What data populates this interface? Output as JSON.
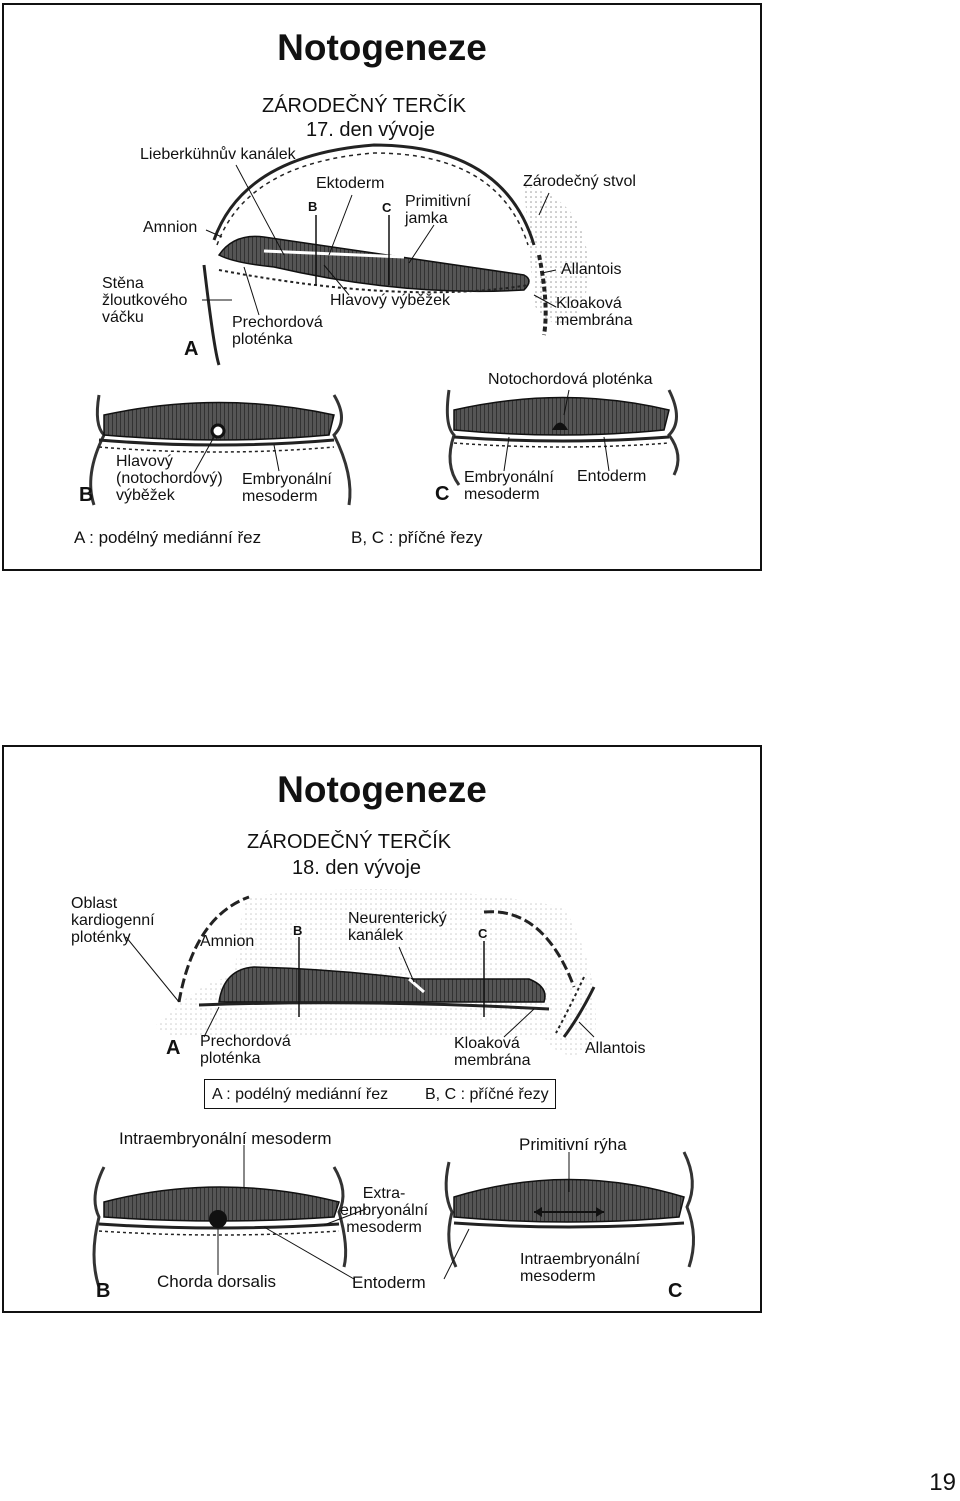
{
  "slides": [
    {
      "title": "Notogeneze",
      "heading": "ZÁRODEČNÝ TERČÍK",
      "subheading": "17. den vývoje",
      "labels": {
        "lieberkuhn": "Lieberkühnův kanálek",
        "ektoderm": "Ektoderm",
        "zarodecny_stvol": "Zárodečný stvol",
        "amnion": "Amnion",
        "b_marker": "B",
        "c_marker": "C",
        "primitivni_jamka": "Primitivní\njamka",
        "allantois": "Allantois",
        "stena": "Stěna\nžloutkového\nváčku",
        "hlavovy_vybezek": "Hlavový výběžek",
        "kloakova": "Kloaková\nmembrána",
        "prechordova": "Prechordová\nploténka",
        "panel_a": "A",
        "notochordova": "Notochordová ploténka",
        "hlavovy_noto": "Hlavový\n(notochordový)\nvýběžek",
        "embryonalni_b": "Embryonální\nmesoderm",
        "panel_b": "B",
        "panel_c": "C",
        "embryonalni_c": "Embryonální\nmesoderm",
        "entoderm": "Entoderm"
      },
      "caption_left": "A : podélný mediánní řez",
      "caption_right": "B, C : příčné řezy"
    },
    {
      "title": "Notogeneze",
      "heading": "ZÁRODEČNÝ TERČÍK",
      "subheading": "18. den vývoje",
      "labels": {
        "oblast": "Oblast\nkardiogenní\nploténky",
        "amnion": "Amnion",
        "b_marker": "B",
        "neurentericky": "Neurenterický\nkanálek",
        "c_marker": "C",
        "panel_a": "A",
        "prechordova": "Prechordová\nploténka",
        "kloakova": "Kloaková\nmembrána",
        "allantois": "Allantois",
        "intraembryonalni_top": "Intraembryonální mesoderm",
        "primitivni_ryha": "Primitivní rýha",
        "extraembryonalni": "Extra-\nembryonální\nmesoderm",
        "chorda": "Chorda dorsalis",
        "entoderm": "Entoderm",
        "intraembryonalni_c": "Intraembryonální\nmesoderm",
        "panel_b": "B",
        "panel_c": "C"
      },
      "caption_left": "A : podélný mediánní řez",
      "caption_right": "B, C : příčné řezy"
    }
  ],
  "page_number": "19"
}
